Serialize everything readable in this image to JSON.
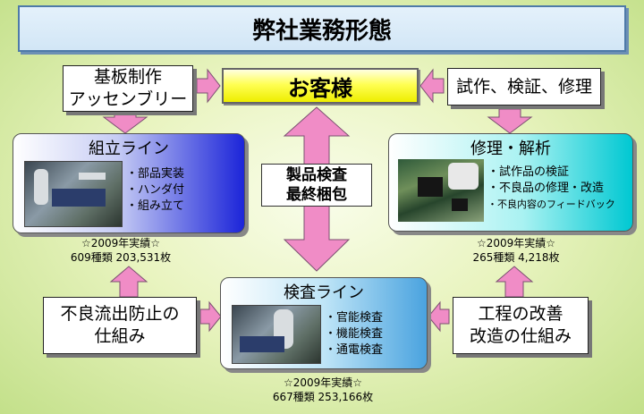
{
  "title": "弊社業務形態",
  "customer": "お客様",
  "top_left_box": [
    "基板制作",
    "アッセンブリー"
  ],
  "top_right_box": "試作、検証、修理",
  "center_box": [
    "製品検査",
    "最終梱包"
  ],
  "assembly_line": {
    "title": "組立ライン",
    "items": [
      "・部品実装",
      "・ハンダ付",
      "・組み立て"
    ],
    "stat_title": "☆2009年実績☆",
    "stat_value": "609種類 203,531枚"
  },
  "repair_analysis": {
    "title": "修理・解析",
    "items": [
      "・試作品の検証",
      "・不良品の修理・改造",
      "・不良内容のフィードバック"
    ],
    "stat_title": "☆2009年実績☆",
    "stat_value": "265種類 4,218枚"
  },
  "inspection_line": {
    "title": "検査ライン",
    "items": [
      "・官能検査",
      "・機能検査",
      "・通電検査"
    ],
    "stat_title": "☆2009年実績☆",
    "stat_value": "667種類 253,166枚"
  },
  "bottom_left_box": [
    "不良流出防止の",
    "仕組み"
  ],
  "bottom_right_box": [
    "工程の改善",
    "改造の仕組み"
  ],
  "colors": {
    "arrow_fill": "#f08cc6",
    "arrow_stroke": "#7a5070",
    "customer_fill": "#ffff44",
    "assembly_accent": "#1c25d9",
    "repair_accent": "#00c8d2",
    "inspection_accent": "#4aa3df",
    "background": "#d9edaa"
  }
}
